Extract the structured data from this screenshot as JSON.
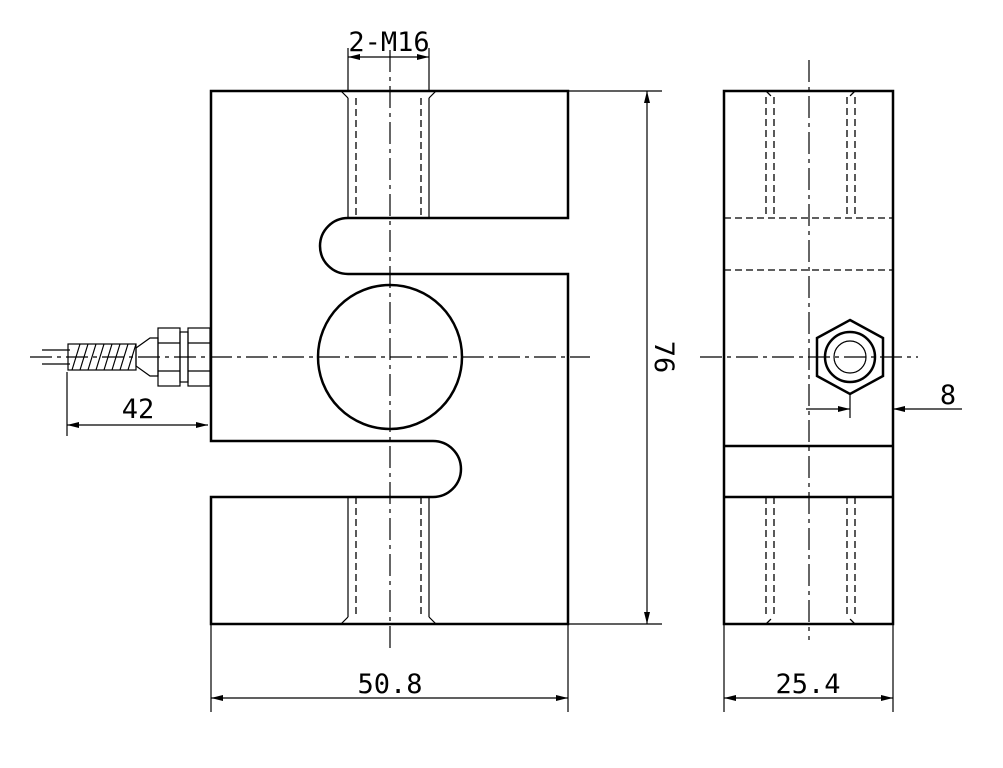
{
  "dimensions": {
    "thread": "2-M16",
    "cable_length": "42",
    "height": "76",
    "width": "50.8",
    "depth": "25.4",
    "hole_offset": "8"
  }
}
